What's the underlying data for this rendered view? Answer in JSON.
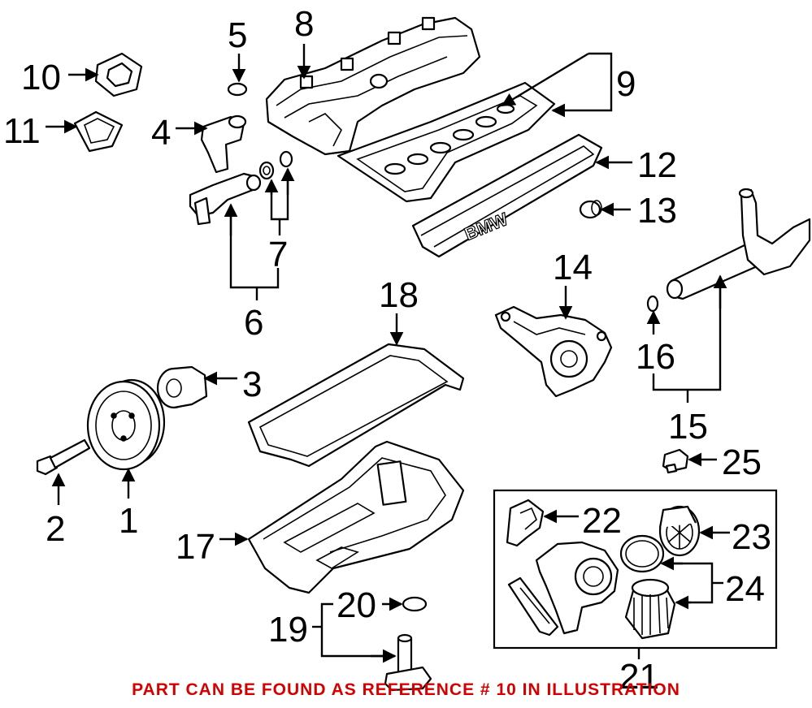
{
  "diagram": {
    "callouts": [
      "1",
      "2",
      "3",
      "4",
      "5",
      "6",
      "7",
      "8",
      "9",
      "10",
      "11",
      "12",
      "13",
      "14",
      "15",
      "16",
      "17",
      "18",
      "19",
      "20",
      "21",
      "22",
      "23",
      "24",
      "25"
    ],
    "cover_text": "BMW"
  },
  "notice": {
    "text": "PART CAN BE FOUND AS REFERENCE # 10 IN ILLUSTRATION",
    "color": "#d40000"
  },
  "colors": {
    "line": "#000000",
    "background": "#ffffff"
  }
}
